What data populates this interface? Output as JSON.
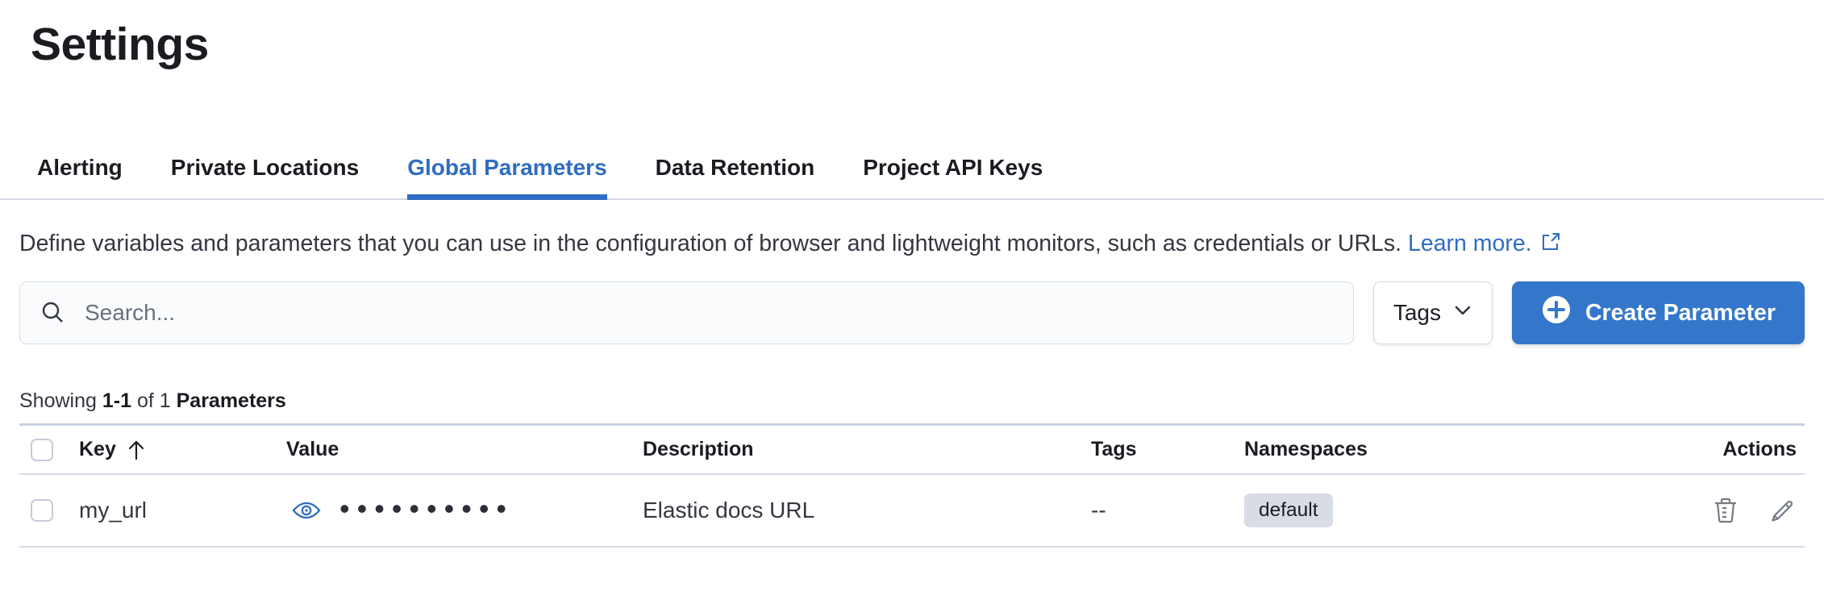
{
  "page": {
    "title": "Settings"
  },
  "tabs": [
    {
      "label": "Alerting",
      "active": false
    },
    {
      "label": "Private Locations",
      "active": false
    },
    {
      "label": "Global Parameters",
      "active": true
    },
    {
      "label": "Data Retention",
      "active": false
    },
    {
      "label": "Project API Keys",
      "active": false
    }
  ],
  "description": {
    "text": "Define variables and parameters that you can use in the configuration of browser and lightweight monitors, such as credentials or URLs.",
    "link_label": "Learn more."
  },
  "toolbar": {
    "search_placeholder": "Search...",
    "search_value": "",
    "tags_button_label": "Tags",
    "create_button_label": "Create Parameter"
  },
  "summary": {
    "showing_label": "Showing",
    "range": "1-1",
    "of_label": "of 1",
    "entity_label": "Parameters"
  },
  "table": {
    "columns": {
      "key": "Key",
      "value": "Value",
      "description": "Description",
      "tags": "Tags",
      "namespaces": "Namespaces",
      "actions": "Actions"
    },
    "sort": {
      "column": "Key",
      "direction": "ascending"
    },
    "rows": [
      {
        "key": "my_url",
        "value_masked": "••••••••••",
        "description": "Elastic docs URL",
        "tags": "--",
        "namespace": "default"
      }
    ]
  },
  "colors": {
    "accent_blue": "#2f6dc1",
    "button_blue": "#3477ca",
    "divider": "#d3dae6",
    "badge_bg": "#d7dce5",
    "icon_gray": "#757b84"
  }
}
